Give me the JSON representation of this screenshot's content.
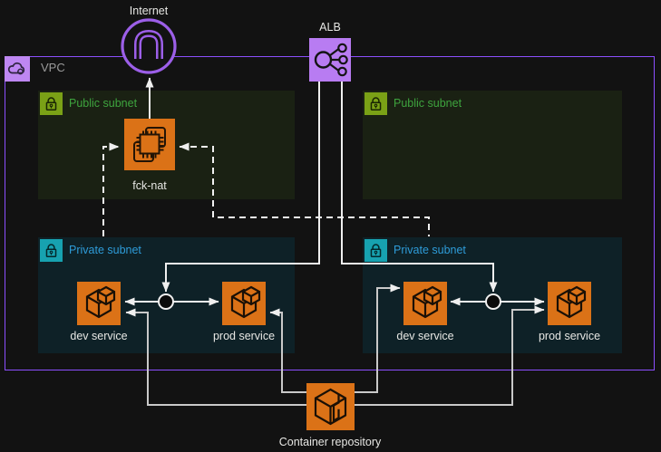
{
  "external": {
    "internet": {
      "label": "Internet",
      "icon": "internet-gateway-icon"
    },
    "alb": {
      "label": "ALB",
      "icon": "load-balancer-icon"
    },
    "container_repository": {
      "label": "Container repository",
      "icon": "container-registry-icon"
    }
  },
  "vpc": {
    "label": "VPC",
    "icon": "vpc-cloud-icon",
    "subnets": [
      {
        "id": "public-left",
        "type": "public",
        "label": "Public subnet",
        "nodes": [
          {
            "id": "fck-nat",
            "label": "fck-nat",
            "icon": "ec2-instance-icon"
          }
        ]
      },
      {
        "id": "public-right",
        "type": "public",
        "label": "Public subnet",
        "nodes": []
      },
      {
        "id": "private-left",
        "type": "private",
        "label": "Private subnet",
        "nodes": [
          {
            "id": "dev-left",
            "label": "dev service",
            "icon": "ecs-service-icon"
          },
          {
            "id": "prod-left",
            "label": "prod service",
            "icon": "ecs-service-icon"
          }
        ]
      },
      {
        "id": "private-right",
        "type": "private",
        "label": "Private subnet",
        "nodes": [
          {
            "id": "dev-right",
            "label": "dev service",
            "icon": "ecs-service-icon"
          },
          {
            "id": "prod-right",
            "label": "prod service",
            "icon": "ecs-service-icon"
          }
        ]
      }
    ]
  },
  "connections": [
    "fck-nat -> Internet (solid arrow)",
    "ALB -> private-left routing node (solid arrow)",
    "ALB -> private-right routing node (solid arrow)",
    "routing node -> dev service / prod service (solid arrows, both subnets)",
    "container repository loop -> dev service (left) and prod service (right)",
    "container repository loop -> prod service (left) and dev service (right)",
    "private-left -> fck-nat (dashed arrow)",
    "private-right -> fck-nat (dashed arrow)"
  ],
  "colors": {
    "background": "#121212",
    "vpc_border": "#8C4FFF",
    "vpc_icon_bg": "#BE87F2",
    "internet_purple": "#9C5FE8",
    "alb_fill": "#B87CF2",
    "node_orange": "#DB7217",
    "public_green": "#7AA116",
    "public_text": "#3EA43E",
    "public_fill": "#1A2113",
    "private_teal": "#17A2B0",
    "private_text": "#2E9CD9",
    "private_fill": "#0E2127",
    "wire": "#EFEFEF",
    "label_text": "#E7E7E4"
  }
}
